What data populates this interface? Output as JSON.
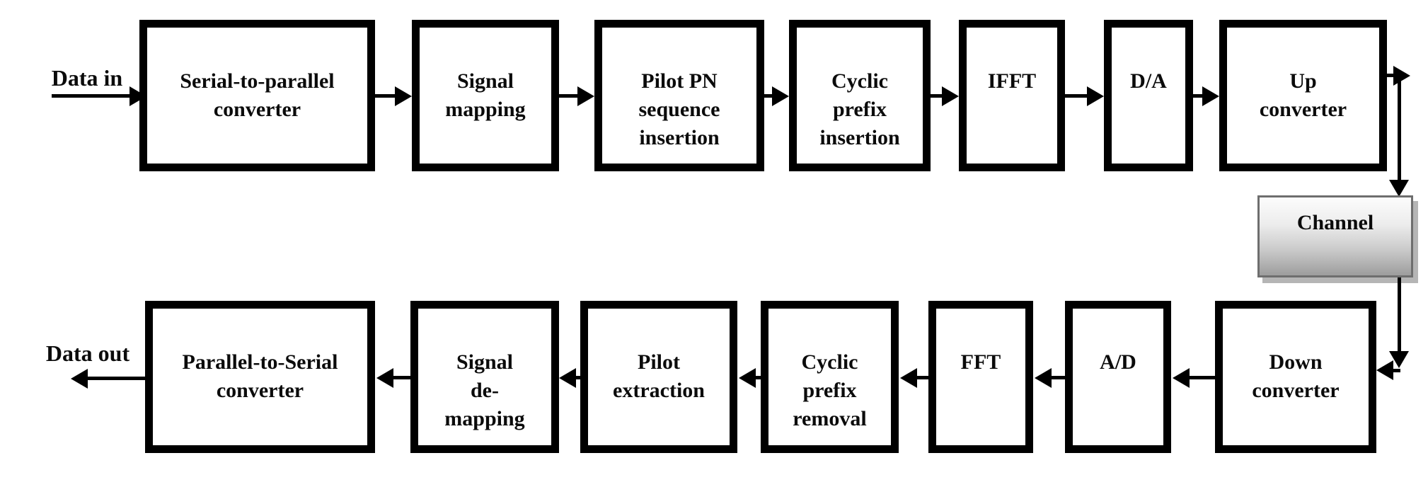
{
  "labels": {
    "data_in": "Data in",
    "data_out": "Data out"
  },
  "top_row": [
    {
      "id": "serial-to-parallel-converter",
      "label": "Serial-to-parallel\nconverter"
    },
    {
      "id": "signal-mapping",
      "label": "Signal\nmapping"
    },
    {
      "id": "pilot-pn-sequence-insertion",
      "label": "Pilot PN\nsequence\ninsertion"
    },
    {
      "id": "cyclic-prefix-insertion",
      "label": "Cyclic\nprefix\ninsertion"
    },
    {
      "id": "ifft",
      "label": "IFFT"
    },
    {
      "id": "d-a",
      "label": "D/A"
    },
    {
      "id": "up-converter",
      "label": "Up\nconverter"
    }
  ],
  "channel": {
    "label": "Channel",
    "border_color": "#6e6e6e",
    "fill_top": "#fcfcfc",
    "fill_bottom": "#9d9d9d"
  },
  "bottom_row": [
    {
      "id": "parallel-to-serial-converter",
      "label": "Parallel-to-Serial\nconverter"
    },
    {
      "id": "signal-de-mapping",
      "label": "Signal\nde-\nmapping"
    },
    {
      "id": "pilot-extraction",
      "label": "Pilot\nextraction"
    },
    {
      "id": "cyclic-prefix-removal",
      "label": "Cyclic\nprefix\nremoval"
    },
    {
      "id": "fft",
      "label": "FFT"
    },
    {
      "id": "a-d",
      "label": "A/D"
    },
    {
      "id": "down-converter",
      "label": "Down\nconverter"
    }
  ]
}
